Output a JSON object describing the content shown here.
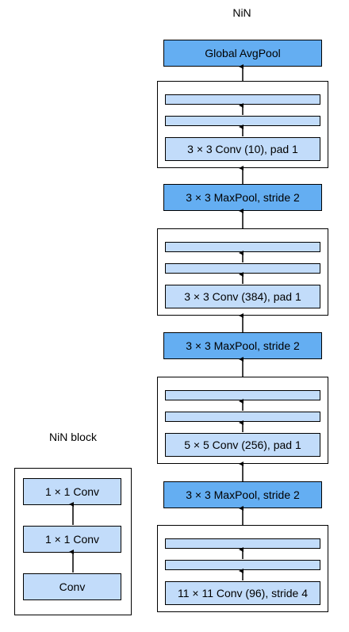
{
  "titles": {
    "nin": "NiN",
    "nin_block": "NiN block"
  },
  "nin": {
    "global_pool": "Global AvgPool",
    "block4_conv": "3 × 3 Conv (10), pad 1",
    "maxpool3": "3 × 3 MaxPool, stride 2",
    "block3_conv": "3 × 3 Conv (384), pad 1",
    "maxpool2": "3 × 3 MaxPool, stride 2",
    "block2_conv": "5 × 5 Conv (256), pad 1",
    "maxpool1": "3 × 3 MaxPool, stride 2",
    "block1_conv": "11 × 11 Conv (96), stride 4"
  },
  "nin_block": {
    "top": "1 × 1 Conv",
    "middle": "1 × 1 Conv",
    "bottom": "Conv"
  },
  "colors": {
    "conv_fill": "#c2dcfa",
    "pool_fill": "#64aef2",
    "stroke": "#000000"
  }
}
